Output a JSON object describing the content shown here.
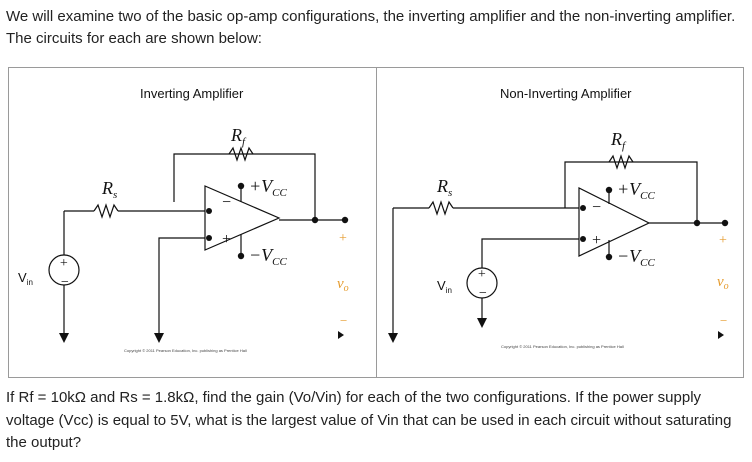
{
  "intro": {
    "text": "We will examine two of the basic op-amp configurations, the inverting amplifier and the non-inverting amplifier.  The circuits for each are shown below:"
  },
  "inverting": {
    "title": "Inverting Amplifier",
    "rf": "R",
    "rf_sub": "f",
    "rs": "R",
    "rs_sub": "s",
    "vcc_pos": "+V",
    "vcc_neg": "−V",
    "vcc_sub": "CC",
    "minus_sign": "−",
    "plus_sign": "+",
    "source_plus": "+",
    "source_minus": "−",
    "vin": "V",
    "vin_sub": "in",
    "out_plus": "+",
    "vo": "v",
    "vo_sub": "o",
    "out_minus": "−",
    "copyright": "Copyright © 2011 Pearson Education, Inc. publishing as Prentice Hall"
  },
  "noninverting": {
    "title": "Non-Inverting Amplifier",
    "rf": "R",
    "rf_sub": "f",
    "rs": "R",
    "rs_sub": "s",
    "vcc_pos": "+V",
    "vcc_neg": "−V",
    "vcc_sub": "CC",
    "minus_sign": "−",
    "plus_sign": "+",
    "source_plus": "+",
    "source_minus": "−",
    "vin": "V",
    "vin_sub": "in",
    "out_plus": "+",
    "vo": "v",
    "vo_sub": "o",
    "out_minus": "−",
    "copyright": "Copyright © 2011 Pearson Education, Inc. publishing as Prentice Hall"
  },
  "question": {
    "text": "If Rf = 10kΩ and Rs = 1.8kΩ, find the gain (Vo/Vin) for each of the two configurations.  If the power supply voltage (Vcc) is equal to 5V, what is the largest value of Vin that can be used in each circuit without saturating the output?"
  }
}
